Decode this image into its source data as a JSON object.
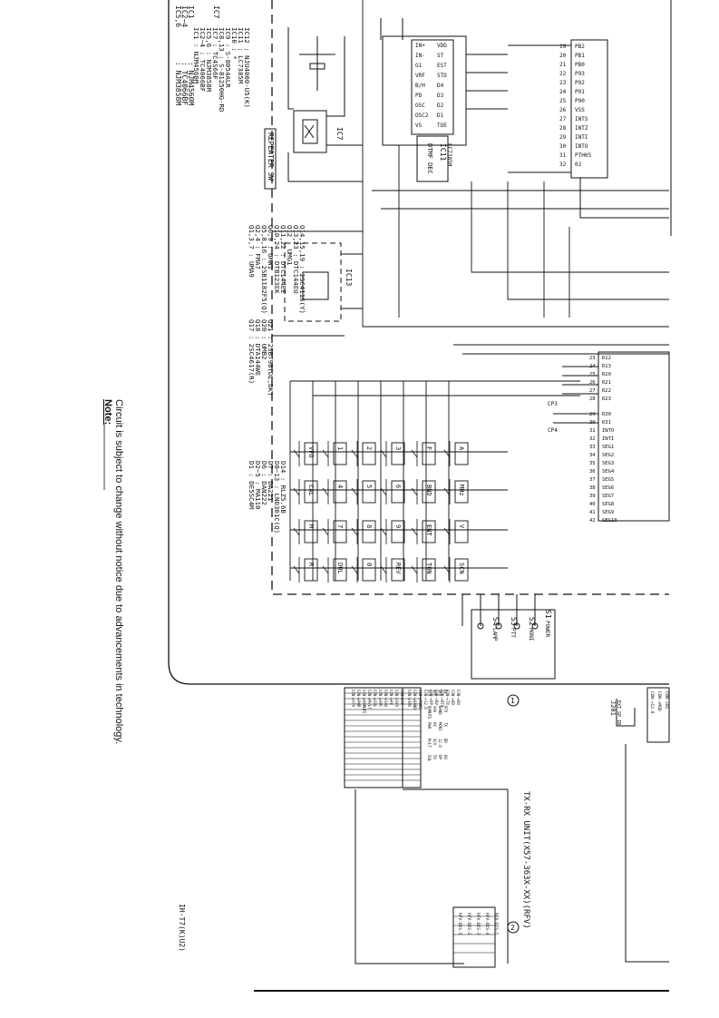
{
  "note": {
    "heading": "Note:",
    "text": "Circuit is subject to change without notice due to advancements in technology."
  },
  "sheet_id": "IH-T7(K)U2)",
  "ic_list": [
    {
      "ref": "IC1",
      "part": ": NJM4560M"
    },
    {
      "ref": "IC2~4",
      "part": ": TC4066BF"
    },
    {
      "ref": "IC5,6",
      "part": ": NJM3858M"
    },
    {
      "ref": "IC7",
      "part": ": TC4S66F"
    },
    {
      "ref": "IC8,13",
      "part": ": S-81250HG-RD"
    },
    {
      "ref": "IC9",
      "part": ": S-8054ALR"
    },
    {
      "ref": "IC10",
      "part": ": *"
    },
    {
      "ref": "IC11",
      "part": ": LC7385M"
    },
    {
      "ref": "IC12",
      "part": ": NJU4000-U5(K)"
    }
  ],
  "q_list_a": [
    {
      "ref": "Q1,3,7",
      "part": ": UMA9"
    },
    {
      "ref": "Q2,4",
      "part": ": FMA7"
    },
    {
      "ref": "Q5,8,16",
      "part": ": 2SB1182F5(Q)"
    },
    {
      "ref": "Q6,9",
      "part": ": UMW1"
    },
    {
      "ref": "Q10,24",
      "part": ": DTB123EK"
    },
    {
      "ref": "Q11,22",
      "part": ": DTC144EE"
    },
    {
      "ref": "Q12",
      "part": ": UMG1"
    },
    {
      "ref": "Q13,23",
      "part": ": DTC144EU"
    },
    {
      "ref": "Q14,15,19",
      "part": ": 2SC4116(Y)"
    }
  ],
  "q_list_b": [
    {
      "ref": "Q17",
      "part": ": 2SC4617(R)"
    },
    {
      "ref": "Q18",
      "part": ": DTA144WE"
    },
    {
      "ref": "Q20",
      "part": ": UMB2"
    },
    {
      "ref": "Q21",
      "part": ": 2SB798(DL,DK)"
    }
  ],
  "d_list": [
    {
      "ref": "D1",
      "part": ": DE5SC4M"
    },
    {
      "ref": "D2~5",
      "part": ": MA110"
    },
    {
      "ref": "D6",
      "part": ": DAN222"
    },
    {
      "ref": "D7",
      "part": ": DA221"
    },
    {
      "ref": "D8~13",
      "part": ": LN0301C(Q)"
    },
    {
      "ref": "D14",
      "part": ": RLZ5.6B"
    }
  ],
  "labels": {
    "repeater_sw": "REPEATER SW",
    "ic7": "IC7",
    "ic13": "IC13",
    "ic11": "IC11",
    "ic11_sub": "LC7385M",
    "dtmf": "DTMF DEC",
    "s1": "S1",
    "s1_sub": "POWER",
    "s2": "S2",
    "s2_sub": "MONI",
    "s3": "S3",
    "s3_sub": "PTT",
    "s4": "S4",
    "s4_sub": "LAMP",
    "txrx_unit": "TX-RX UNIT(X57-363X-XX)(RFV)",
    "j201": "J201",
    "j201_sub": "EXT SP IN",
    "cp3": "CP3",
    "cp4": "CP4",
    "marker_1": "1",
    "marker_2": "2"
  },
  "keys": [
    [
      "A",
      "MHz",
      "V",
      "SCN"
    ],
    [
      "F",
      "BND",
      "ENT",
      "TON"
    ],
    [
      "3",
      "6",
      "9",
      "REV"
    ],
    [
      "2",
      "5",
      "8",
      "0"
    ],
    [
      "1",
      "4",
      "7",
      "DUL"
    ],
    [
      "VFO",
      "CAL",
      "M",
      "R"
    ]
  ],
  "r_pins": [
    "R12",
    "R13",
    "R20",
    "R21",
    "R22",
    "R23",
    "R30",
    "R31",
    "INTO",
    "INTI",
    "SEG1",
    "SEG2",
    "SEG3",
    "SEG4",
    "SEG5",
    "SEG6",
    "SEG7",
    "SEG8",
    "SEG9",
    "SEG10"
  ],
  "r_pin_nums": [
    "23",
    "24",
    "25",
    "26",
    "27",
    "28",
    "29",
    "30",
    "31",
    "32",
    "33",
    "34",
    "35",
    "36",
    "37",
    "38",
    "39",
    "40",
    "41",
    "42"
  ],
  "ic11_left_pins": [
    "IN+",
    "IN-",
    "G1",
    "VRF",
    "B/H",
    "PD",
    "OSC",
    "OSC2",
    "VS"
  ],
  "ic11_right_pins": [
    "VDD",
    "ST",
    "EST",
    "STD",
    "D4",
    "D3",
    "D2",
    "D1",
    "TOE"
  ],
  "cpu_pins_upper": [
    "PB2",
    "PB1",
    "PB0",
    "P93",
    "P92",
    "P91",
    "P90",
    "VSS",
    "INTS",
    "INTZ",
    "INTI",
    "INTO",
    "PTH05",
    "02"
  ],
  "cpu_pin_nums_upper": [
    "19",
    "20",
    "21",
    "22",
    "23",
    "24",
    "25",
    "26",
    "27",
    "28",
    "29",
    "30",
    "31",
    "32"
  ],
  "txrx_conn_labels": [
    "CON-+STV",
    "CON-+PWR",
    "CON-+RXMUTE",
    "CON-+M/LT",
    "CON-+SQL",
    "CON-+APC",
    "CON-+SAV",
    "CON-+HV",
    "CON-+SCV",
    "CON-+5V",
    "CON-+SRV",
    "CON-+BAND",
    "CON-+MONI",
    "CON-+12.8",
    "CON-+UP",
    "CON-+BV",
    "CON-+RTX",
    "CON-+TX",
    "CON-+DD",
    "CON-+UU"
  ],
  "txrx_conn_right": [
    "STV",
    "RXMUTE",
    "PWR",
    "M/LT",
    "SQL",
    "APC",
    "SAV",
    "HV",
    "SCV",
    "5V",
    "SRV",
    "BAND",
    "MONI",
    "12.8",
    "UP",
    "BV",
    "RTX",
    "TX",
    "DD",
    "UU"
  ],
  "rfv_labels": [
    "RFV-DIS-1",
    "RFV-DIS-2",
    "RFV-DIS-3",
    "RFV-DIS-4",
    "RFV-DIS-5"
  ],
  "j201_labels": [
    "CON-+12.8",
    "CON-+MOD",
    "CON-+SQ"
  ]
}
